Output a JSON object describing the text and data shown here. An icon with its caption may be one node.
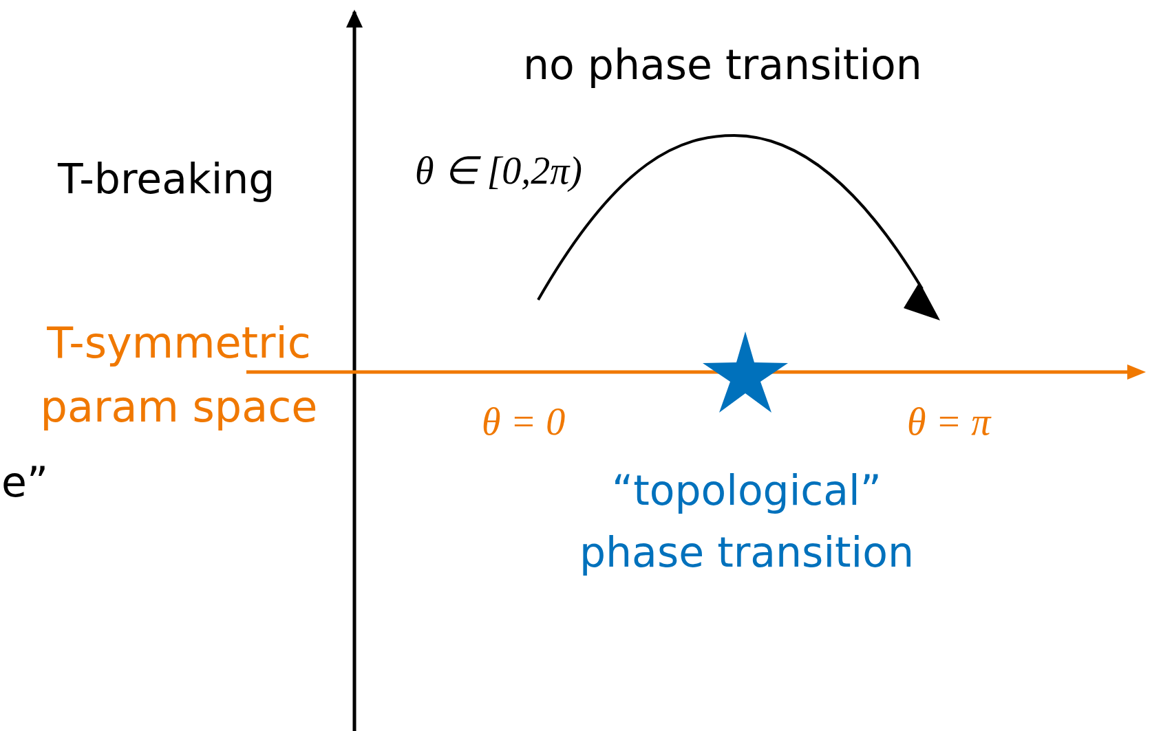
{
  "diagram": {
    "labels": [
      "no phase transition",
      "T-breaking",
      "θ ∈ [0,2π)",
      "T-symmetric param space",
      "θ = 0",
      "θ = π",
      "“topological” phase transition",
      "e”"
    ]
  }
}
